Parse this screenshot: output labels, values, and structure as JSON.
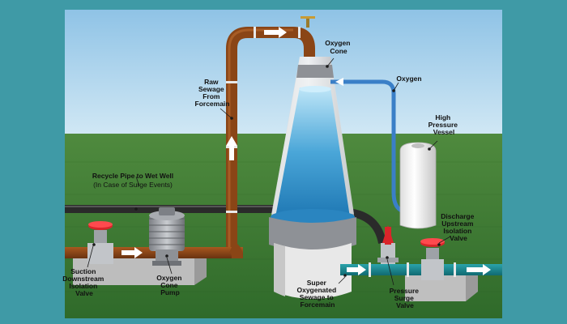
{
  "diagram": {
    "labels": {
      "oxygen_cone": [
        "Oxygen",
        "Cone"
      ],
      "oxygen": [
        "Oxygen"
      ],
      "raw_sewage": [
        "Raw",
        "Sewage",
        "From",
        "Forcemain"
      ],
      "high_pressure_vessel": [
        "High",
        "Pressure",
        "Vessel"
      ],
      "recycle_pipe": [
        "Recycle Pipe to Wet Well"
      ],
      "recycle_pipe_note": [
        "(In Case of Surge Events)"
      ],
      "discharge_valve": [
        "Discharge",
        "Upstream",
        "Isolation",
        "Valve"
      ],
      "suction_valve": [
        "Suction",
        "Downstream",
        "Isolation",
        "Valve"
      ],
      "oxygen_cone_pump": [
        "Oxygen",
        "Cone",
        "Pump"
      ],
      "super_oxygenated": [
        "Super",
        "Oxygenated",
        "Sewage to",
        "Forcemain"
      ],
      "pressure_surge_valve": [
        "Pressure",
        "Surge",
        "Valve"
      ]
    },
    "colors": {
      "sky_top": "#8fc3e6",
      "grass": "#3f7d35",
      "sewage_pipe": "#8a4516",
      "oxygen_line": "#3a7fc7",
      "recycle_pipe": "#2a2a2a",
      "outlet_pipe": "#1c8a92",
      "cone_gray": "#8e9196",
      "valve_red": "#d9252a",
      "frame": "#3f9aa6"
    }
  }
}
